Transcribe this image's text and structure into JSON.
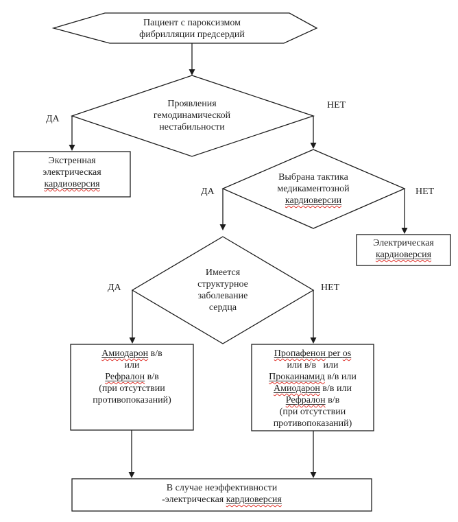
{
  "palette": {
    "background": "#ffffff",
    "line": "#1c1c1c",
    "text": "#1f1f1f",
    "spellcheck_underline": "#e0322a"
  },
  "labels": {
    "yes": "ДА",
    "no": "НЕТ"
  },
  "nodes": {
    "patient": {
      "l1": "Пациент с пароксизмом",
      "l2": "фибрилляции предсердий"
    },
    "hemodynamic_decision": {
      "l1": "Проявления",
      "l2": "гемодинамической",
      "l3": "нестабильности"
    },
    "emergency_cardioversion": {
      "l1": "Экстренная",
      "l2": "электрическая",
      "l3": "кардиоверсия"
    },
    "medication_tactic_decision": {
      "l1": "Выбрана тактика",
      "l2": "медикаментозной",
      "l3": "кардиоверсии"
    },
    "electrical_cardioversion": {
      "l1": "Электрическая",
      "l2": "кардиоверсия"
    },
    "structural_disease_decision": {
      "l1": "Имеется",
      "l2": "структурное",
      "l3": "заболевание",
      "l4": "сердца"
    },
    "drugs_structural": {
      "l1a": "Амиодарон",
      "l1b": " в/в",
      "l2": "или",
      "l3a": "Рефралон",
      "l3b": " в/в",
      "l4": "(при отсутствии",
      "l5": "противопоказаний)"
    },
    "drugs_no_structural": {
      "l1a": "Пропафенон",
      "l1b": " per ",
      "l1c": "os",
      "l2": "или в/в   или",
      "l3a": "Прокаинамид",
      "l3b": " в/в или",
      "l4a": "Амиодарон",
      "l4b": " в/в или",
      "l5a": "Рефралон",
      "l5b": " в/в",
      "l6": "(при отсутствии",
      "l7": "противопоказаний)"
    },
    "ineffective_fallback": {
      "l1": "В случае неэффективности",
      "l2a": "-электрическая ",
      "l2b": "кардиоверсия"
    }
  }
}
